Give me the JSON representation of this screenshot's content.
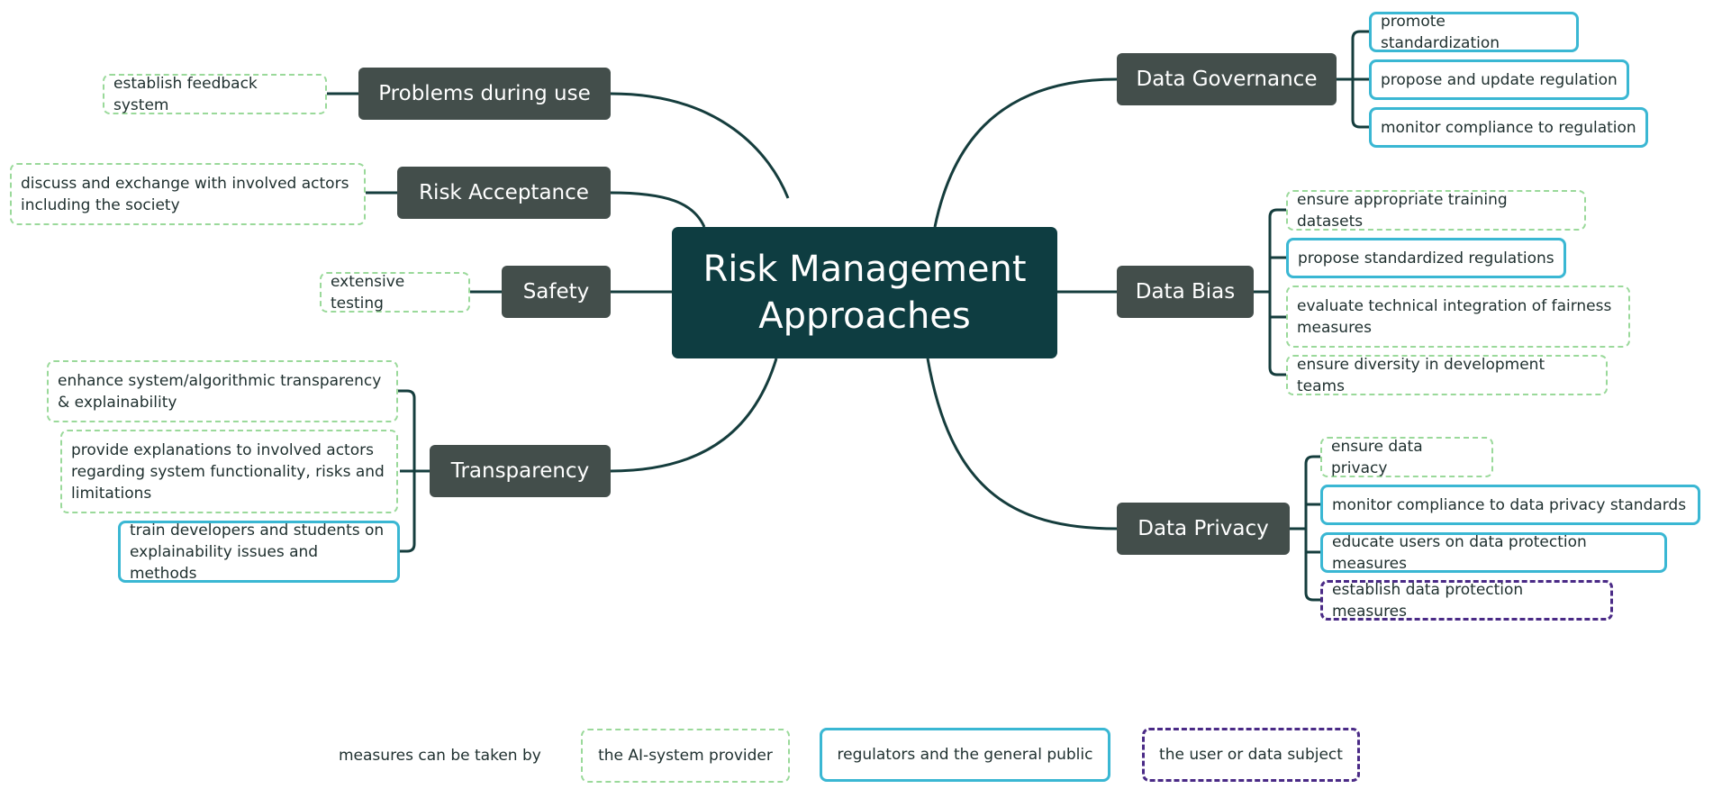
{
  "center": {
    "line1": "Risk Management",
    "line2": "Approaches"
  },
  "left": {
    "problems": {
      "label": "Problems during use",
      "leaves": [
        "establish feedback system"
      ]
    },
    "risk_acceptance": {
      "label": "Risk Acceptance",
      "leaves": [
        "discuss and exchange with involved actors including the society"
      ]
    },
    "safety": {
      "label": "Safety",
      "leaves": [
        "extensive testing"
      ]
    },
    "transparency": {
      "label": "Transparency",
      "leaves": [
        "enhance system/algorithmic transparency & explainability",
        "provide explanations to involved actors regarding system functionality, risks and limitations",
        "train developers and students on explainability issues and methods"
      ]
    }
  },
  "right": {
    "governance": {
      "label": "Data Governance",
      "leaves": [
        "promote standardization",
        "propose and update regulation",
        "monitor compliance to regulation"
      ]
    },
    "bias": {
      "label": "Data Bias",
      "leaves": [
        "ensure appropriate training datasets",
        "propose standardized regulations",
        "evaluate technical integration of fairness measures",
        "ensure diversity in development teams"
      ]
    },
    "privacy": {
      "label": "Data Privacy",
      "leaves": [
        "ensure data privacy",
        "monitor compliance to data privacy standards",
        "educate users on data protection measures",
        "establish data protection measures"
      ]
    }
  },
  "legend": {
    "label": "measures can be taken by",
    "items": [
      "the AI-system provider",
      "regulators and the general public",
      "the user or data subject"
    ]
  },
  "colors": {
    "center": "#0e3d41",
    "category": "#434e4b",
    "connector": "#153d3d",
    "ai_system_provider": "#9ad99a",
    "regulators_public": "#3ab7d3",
    "user_data_subject": "#4a2a86"
  }
}
